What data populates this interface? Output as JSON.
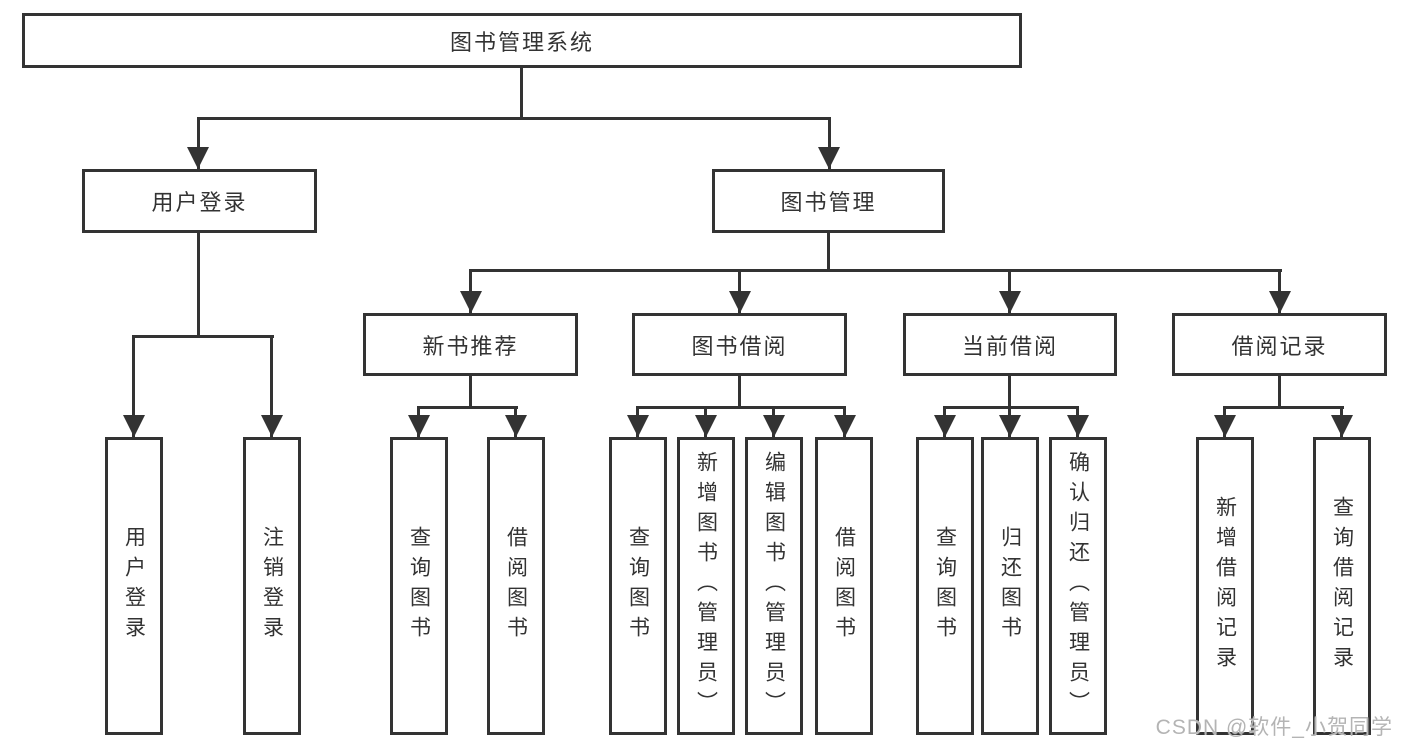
{
  "diagram": {
    "title": "图书管理系统",
    "root": "图书管理系统",
    "branches": [
      {
        "label": "用户登录",
        "children": [
          "用户登录",
          "注销登录"
        ]
      },
      {
        "label": "图书管理",
        "modules": [
          {
            "label": "新书推荐",
            "children": [
              "查询图书",
              "借阅图书"
            ]
          },
          {
            "label": "图书借阅",
            "children": [
              "查询图书",
              "新增图书（管理员）",
              "编辑图书（管理员）",
              "借阅图书"
            ]
          },
          {
            "label": "当前借阅",
            "children": [
              "查询图书",
              "归还图书",
              "确认归还（管理员）"
            ]
          },
          {
            "label": "借阅记录",
            "children": [
              "新增借阅记录",
              "查询借阅记录"
            ]
          }
        ]
      }
    ],
    "colors": {
      "line": "#333333",
      "box_fill": "#ffffff",
      "text": "#333333",
      "watermark": "#b4b4b4"
    }
  },
  "watermark": "CSDN @软件_小贺同学"
}
